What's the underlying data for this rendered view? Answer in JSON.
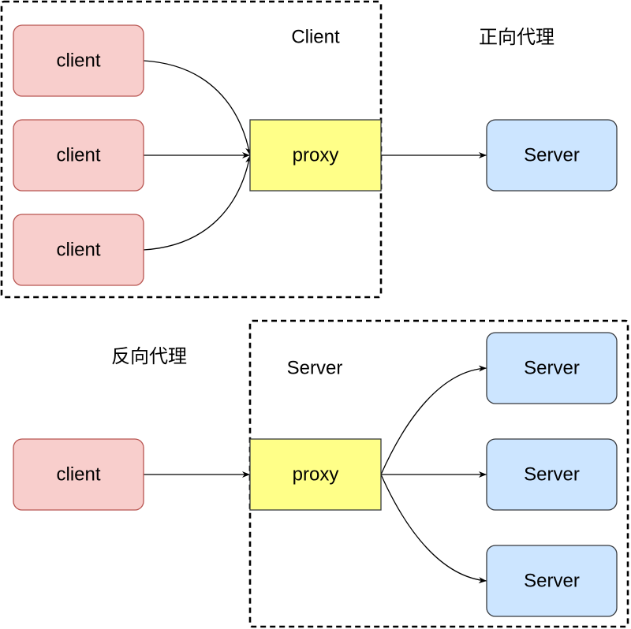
{
  "colors": {
    "client_fill": "#f8cecc",
    "client_stroke": "#b85450",
    "server_fill": "#cce5ff",
    "proxy_fill": "#ffff88",
    "line": "#000000"
  },
  "forward": {
    "heading": "正向代理",
    "group_label": "Client",
    "clients": [
      "client",
      "client",
      "client"
    ],
    "proxy": "proxy",
    "server": "Server"
  },
  "reverse": {
    "heading": "反向代理",
    "group_label": "Server",
    "client": "client",
    "proxy": "proxy",
    "servers": [
      "Server",
      "Server",
      "Server"
    ]
  }
}
